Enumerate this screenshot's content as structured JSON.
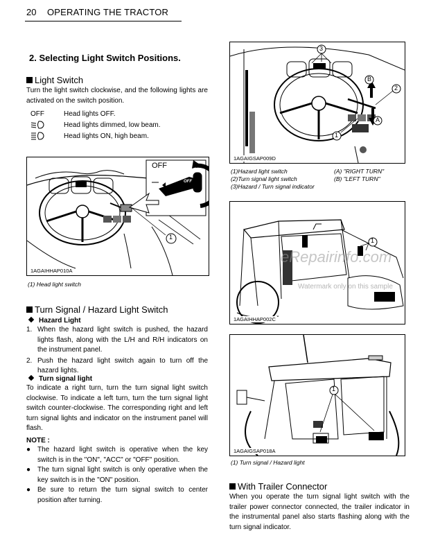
{
  "header": {
    "page_number": "20",
    "title": "OPERATING THE TRACTOR"
  },
  "section": {
    "title": "2.  Selecting Light Switch Positions."
  },
  "light_switch": {
    "heading": "Light Switch",
    "intro": "Turn the light switch clockwise, and the following lights are activated on the switch position.",
    "positions": [
      {
        "label": "OFF",
        "text": "Head lights OFF."
      },
      {
        "label": "",
        "icon": "low-beam-icon",
        "text": "Head lights dimmed, low beam."
      },
      {
        "label": "",
        "icon": "high-beam-icon",
        "text": "Head lights ON, high beam."
      }
    ]
  },
  "fig1": {
    "id": "1AGAIHHAP010A",
    "callout_1": "1",
    "off_label": "OFF",
    "switch_label": "OFF",
    "caption": "(1) Head light switch"
  },
  "turn_signal_section": {
    "heading": "Turn Signal / Hazard Light Switch",
    "hazard_light": {
      "heading": "Hazard Light",
      "items": [
        {
          "num": "1.",
          "text": "When the hazard light switch is pushed, the hazard lights flash, along with the L/H and R/H indicators on the instrument panel."
        },
        {
          "num": "2.",
          "text": "Push the hazard light switch again to turn off the hazard lights."
        }
      ]
    },
    "turn_signal_light": {
      "heading": "Turn signal light",
      "text": "To indicate a right turn, turn the turn signal light switch clockwise. To indicate a left turn, turn the turn signal light switch counter-clockwise. The corresponding right and left turn signal lights and indicator on the instrument panel will flash."
    },
    "note": {
      "title": "NOTE :",
      "items": [
        "The hazard light switch is operative when the key switch is in the \"ON\", \"ACC\" or \"OFF\" position.",
        "The turn signal light switch is only operative when the key switch is in the \"ON\" position.",
        "Be sure to return the turn signal switch to center position after turning."
      ]
    }
  },
  "fig2": {
    "id": "1AGAIGSAP009D",
    "callouts": {
      "c1": "1",
      "c2": "2",
      "c3": "3",
      "cA": "A",
      "cB": "B"
    },
    "captions": [
      "(1)Hazard light switch",
      "(2)Turn signal light switch",
      "(3)Hazard / Turn signal indicator"
    ],
    "captions_right": [
      "(A)  \"RIGHT TURN\"",
      "(B)  \"LEFT TURN\""
    ]
  },
  "fig3": {
    "id": "1AGAIHHAP002C",
    "callout_1": "1"
  },
  "watermark": {
    "main": "eRepairinfo.com",
    "sub": "Watermark only on this sample"
  },
  "fig4": {
    "id": "1AGAIGSAP018A",
    "callout_1": "1",
    "caption": "(1) Turn signal / Hazard light"
  },
  "trailer": {
    "heading": "With Trailer Connector",
    "text": "When you operate the turn signal light switch with the trailer power connector connected, the trailer indicator in the instrumental panel also starts flashing along with the turn signal indicator."
  }
}
